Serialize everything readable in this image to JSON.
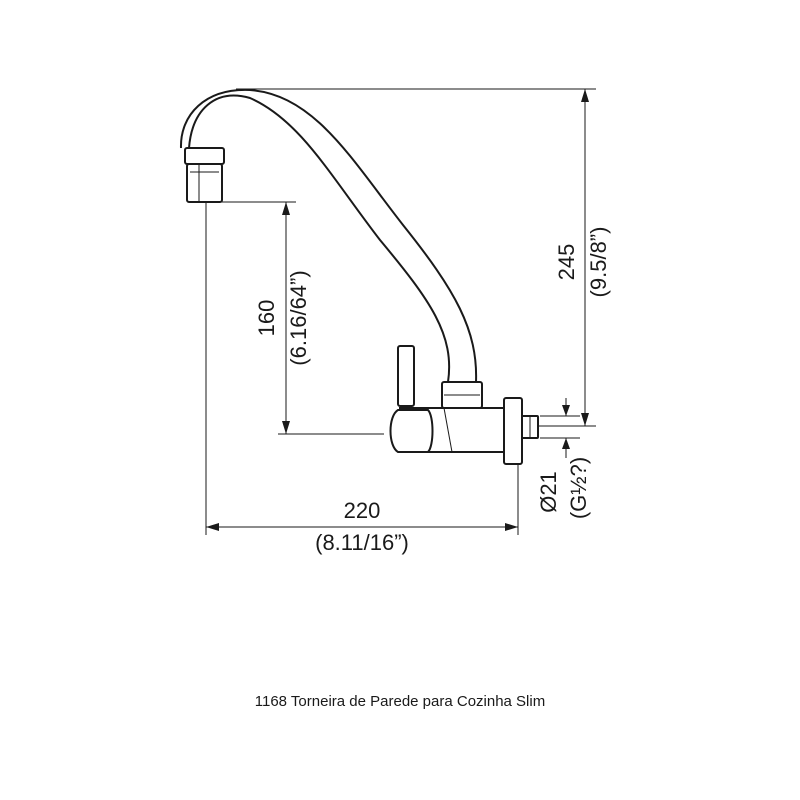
{
  "dimensions": {
    "width": {
      "value": "220",
      "imperial": "(8.11/16”)"
    },
    "spout_height": {
      "value": "160",
      "imperial": "(6.16/64”)"
    },
    "total_height": {
      "value": "245",
      "imperial": "(9.5/8”)"
    },
    "connection": {
      "value": "Ø21",
      "imperial": "(G½?)"
    }
  },
  "caption": "1168 Torneira de Parede para Cozinha Slim",
  "colors": {
    "line": "#1a1a1a",
    "background": "#ffffff"
  }
}
